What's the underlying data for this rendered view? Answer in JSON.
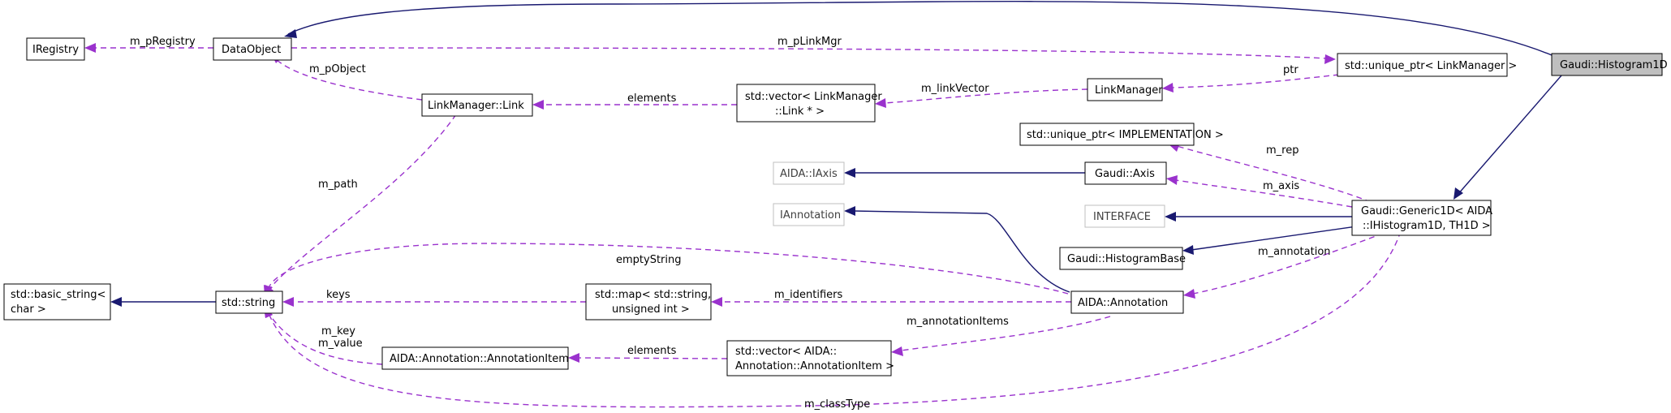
{
  "nodes": {
    "iregistry": "IRegistry",
    "dataobject": "DataObject",
    "unique_ptr_linkmanager": "std::unique_ptr< LinkManager >",
    "histogram1d": "Gaudi::Histogram1D",
    "linkmanager_link": "LinkManager::Link",
    "vector_link_1": "std::vector< LinkManager",
    "vector_link_2": "::Link * >",
    "linkmanager": "LinkManager",
    "unique_ptr_impl": "std::unique_ptr< IMPLEMENTATION >",
    "aida_iaxis": "AIDA::IAxis",
    "gaudi_axis": "Gaudi::Axis",
    "generic1d_1": "Gaudi::Generic1D< AIDA",
    "generic1d_2": "::IHistogram1D, TH1D >",
    "iannotation": "IAnnotation",
    "interface": "INTERFACE",
    "histogrambase": "Gaudi::HistogramBase",
    "basic_string_1": "std::basic_string<",
    "basic_string_2": "char >",
    "std_string": "std::string",
    "map_1": "std::map< std::string,",
    "map_2": "unsigned int >",
    "aida_annotation": "AIDA::Annotation",
    "annotation_item": "AIDA::Annotation::AnnotationItem",
    "vector_item_1": "std::vector< AIDA::",
    "vector_item_2": "Annotation::AnnotationItem >"
  },
  "edges": {
    "m_pRegistry": "m_pRegistry",
    "m_pLinkMgr": "m_pLinkMgr",
    "m_pObject": "m_pObject",
    "elements_link": "elements",
    "m_linkVector": "m_linkVector",
    "ptr": "ptr",
    "m_rep": "m_rep",
    "m_axis": "m_axis",
    "m_path": "m_path",
    "emptyString": "emptyString",
    "m_annotation": "m_annotation",
    "keys": "keys",
    "m_identifiers": "m_identifiers",
    "m_annotationItems": "m_annotationItems",
    "m_key": "m_key",
    "m_value": "m_value",
    "elements_item": "elements",
    "m_classType": "m_classType"
  },
  "colors": {
    "inheritance": "#191970",
    "usage": "#9a32cd",
    "focus_fill": "#bfbfbf",
    "external_border": "#bfbfbf"
  }
}
